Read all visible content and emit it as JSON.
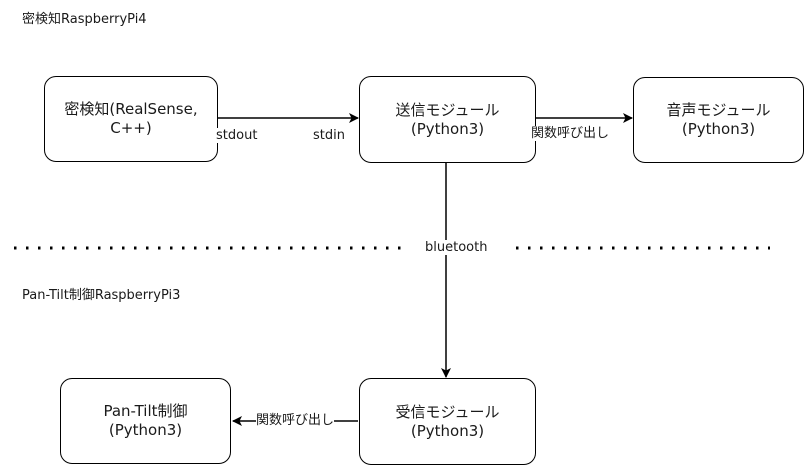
{
  "sections": {
    "top": "密検知RaspberryPi4",
    "bottom": "Pan-Tilt制御RaspberryPi3"
  },
  "nodes": {
    "detector": {
      "line1": "密検知(RealSense,",
      "line2": "C++)"
    },
    "sender": {
      "line1": "送信モジュール",
      "line2": "(Python3)"
    },
    "audio": {
      "line1": "音声モジュール",
      "line2": "(Python3)"
    },
    "receiver": {
      "line1": "受信モジュール",
      "line2": "(Python3)"
    },
    "pantilt": {
      "line1": "Pan-Tilt制御",
      "line2": "(Python3)"
    }
  },
  "edges": {
    "stdout": "stdout",
    "stdin": "stdin",
    "call_top": "関数呼び出し",
    "bluetooth": "bluetooth",
    "call_bottom": "関数呼び出し"
  }
}
